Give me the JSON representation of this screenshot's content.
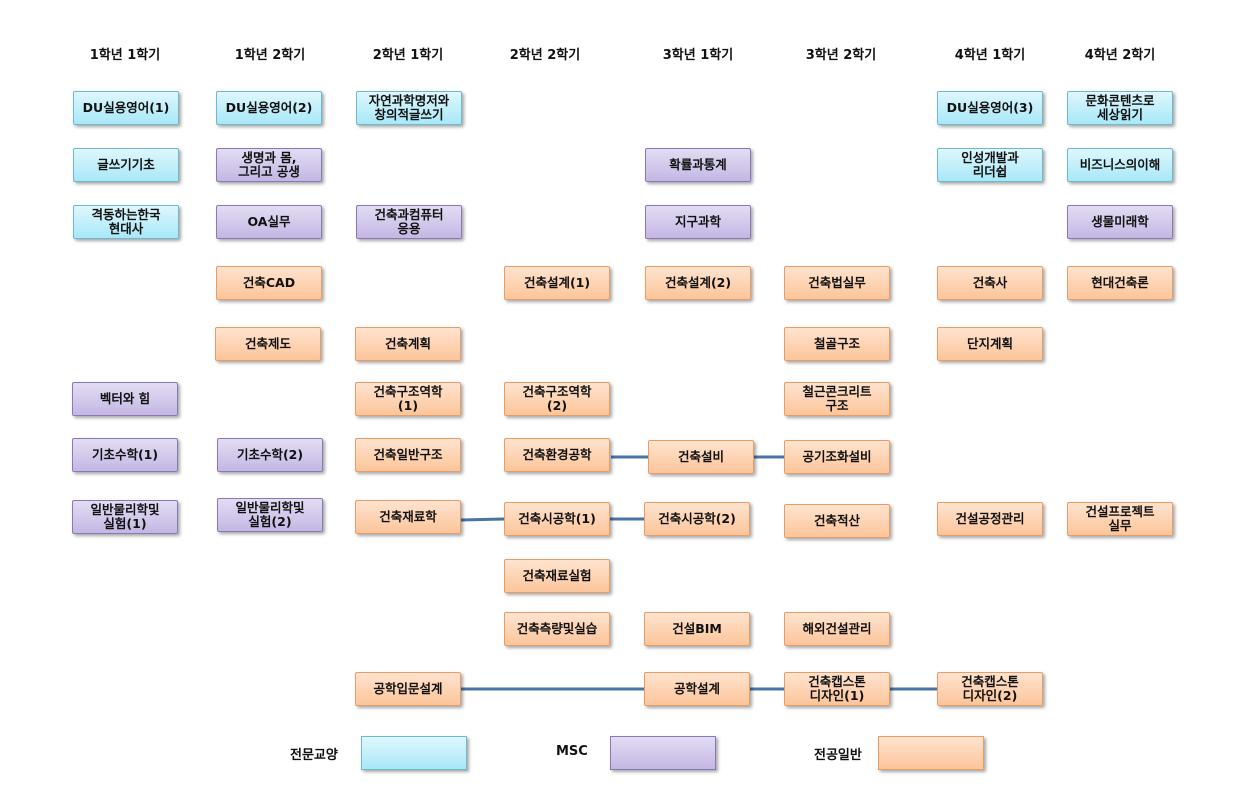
{
  "headers": [
    "1학년 1학기",
    "1학년 2학기",
    "2학년 1학기",
    "2학년 2학기",
    "3학년 1학기",
    "3학년 2학기",
    "4학년 1학기",
    "4학년 2학기"
  ],
  "courses": {
    "c1": "DU실용영어(1)",
    "c2": "글쓰기기초",
    "c3": "격동하는한국\n현대사",
    "c4": "벡터와 힘",
    "c5": "기초수학(1)",
    "c6": "일반물리학및\n실험(1)",
    "c7": "DU실용영어(2)",
    "c8": "생명과 몸,\n그리고 공생",
    "c9": "OA실무",
    "c10": "건축CAD",
    "c11": "건축제도",
    "c12": "기초수학(2)",
    "c13": "일반물리학및\n실험(2)",
    "c14": "자연과학명저와\n창의적글쓰기",
    "c15": "건축과컴퓨터\n응용",
    "c16": "건축계획",
    "c17": "건축구조역학\n(1)",
    "c18": "건축일반구조",
    "c19": "건축재료학",
    "c20": "공학입문설계",
    "c21": "건축설계(1)",
    "c22": "건축구조역학\n(2)",
    "c23": "건축환경공학",
    "c24": "건축시공학(1)",
    "c25": "건축재료실험",
    "c26": "건축측량및실습",
    "c27": "확률과통계",
    "c28": "지구과학",
    "c29": "건축설계(2)",
    "c30": "건축설비",
    "c31": "건축시공학(2)",
    "c32": "건설BIM",
    "c33": "공학설계",
    "c34": "건축법실무",
    "c35": "철골구조",
    "c36": "철근콘크리트\n구조",
    "c37": "공기조화설비",
    "c38": "건축적산",
    "c39": "해외건설관리",
    "c40": "건축캡스톤\n디자인(1)",
    "c41": "DU실용영어(3)",
    "c42": "인성개발과\n리더쉽",
    "c43": "건축사",
    "c44": "단지계획",
    "c45": "건설공정관리",
    "c46": "건축캡스톤\n디자인(2)",
    "c47": "문화콘텐츠로\n세상읽기",
    "c48": "비즈니스의이해",
    "c49": "생물미래학",
    "c50": "현대건축론",
    "c51": "건설프로젝트\n실무"
  },
  "legend": {
    "general": "전문교양",
    "msc": "MSC",
    "major": "전공일반"
  },
  "colors": {
    "general": "#a8e8f8",
    "msc": "#c4b7e4",
    "major": "#fcc59a",
    "connector": "#4a73a8"
  }
}
